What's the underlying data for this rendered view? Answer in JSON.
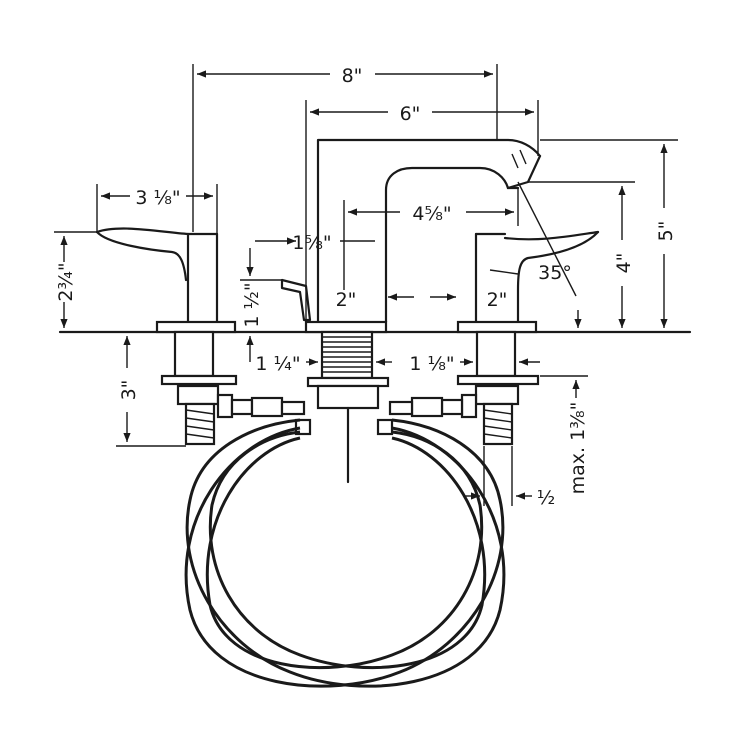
{
  "dimensions": {
    "overall_width": "8\"",
    "spout_reach": "6\"",
    "spout_inner": "4⁵⁄₈\"",
    "handle_width": "3 ¹⁄₈\"",
    "handle_height": "2³⁄₄\"",
    "popup_offset": "1⁵⁄₈\"",
    "popup_height": "1 ¹⁄₂\"",
    "spout_base_width": "2\"",
    "gap_width": "2\"",
    "spout_outlet_height": "4\"",
    "total_height": "5\"",
    "angle": "35°",
    "shank_left": "1 ¹⁄₄\"",
    "shank_right": "1 ¹⁄₈\"",
    "valve_depth": "3\"",
    "max_deck": "max. 1³⁄₈\"",
    "connection": "¹⁄₂"
  }
}
